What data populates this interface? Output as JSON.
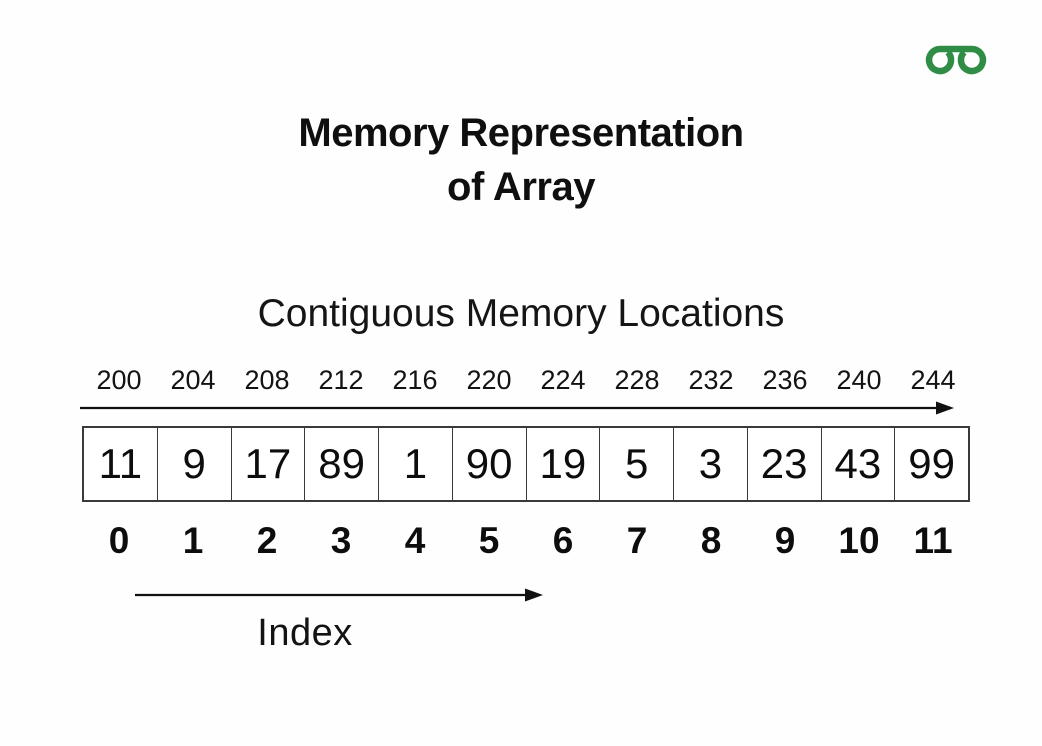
{
  "page": {
    "background": "#fffefe",
    "text_color": "#111111"
  },
  "logo": {
    "name": "geeksforgeeks-logo",
    "color": "#2f8d46"
  },
  "title": {
    "line1": "Memory Representation",
    "line2": "of Array"
  },
  "subtitle": "Contiguous Memory Locations",
  "chart_data": {
    "type": "table",
    "title": "Memory Representation of Array",
    "subtitle": "Contiguous Memory Locations",
    "memory_addresses": [
      "200",
      "204",
      "208",
      "212",
      "216",
      "220",
      "224",
      "228",
      "232",
      "236",
      "240",
      "244"
    ],
    "values": [
      "11",
      "9",
      "17",
      "89",
      "1",
      "90",
      "19",
      "5",
      "3",
      "23",
      "43",
      "99"
    ],
    "indices": [
      "0",
      "1",
      "2",
      "3",
      "4",
      "5",
      "6",
      "7",
      "8",
      "9",
      "10",
      "11"
    ],
    "address_step": 4,
    "index_axis_label": "Index",
    "arrow_color": "#111111",
    "border_color": "#3a3a3a"
  }
}
